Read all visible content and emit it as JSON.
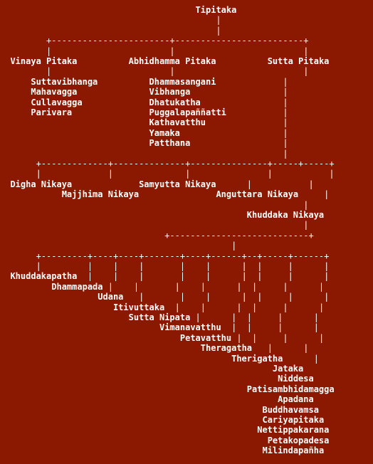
{
  "colors": {
    "background": "#8b1800",
    "text": "#ffffff"
  },
  "lines": [
    [
      {
        "t": "                                      "
      },
      {
        "n": "tipitaka",
        "t": "Tipitaka"
      }
    ],
    [
      {
        "t": "                                          |"
      }
    ],
    [
      {
        "t": "                                          |"
      }
    ],
    [
      {
        "t": "         +-----------------------+-------------------------+"
      }
    ],
    [
      {
        "t": "         |                       |                         |"
      }
    ],
    [
      {
        "t": "  "
      },
      {
        "n": "vinaya-pitaka",
        "t": "Vinaya Pitaka"
      },
      {
        "t": "          "
      },
      {
        "n": "abhidhamma-pitaka",
        "t": "Abhidhamma Pitaka"
      },
      {
        "t": "          "
      },
      {
        "n": "sutta-pitaka",
        "t": "Sutta Pitaka"
      }
    ],
    [
      {
        "t": "         |                       |                         |"
      }
    ],
    [
      {
        "t": "      "
      },
      {
        "n": "suttavibhanga",
        "t": "Suttavibhanga"
      },
      {
        "t": "          "
      },
      {
        "n": "dhammasangani",
        "t": "Dhammasangani"
      },
      {
        "t": "             |"
      }
    ],
    [
      {
        "t": "      "
      },
      {
        "n": "mahavagga",
        "t": "Mahavagga"
      },
      {
        "t": "              "
      },
      {
        "n": "vibhanga",
        "t": "Vibhanga"
      },
      {
        "t": "                  |"
      }
    ],
    [
      {
        "t": "      "
      },
      {
        "n": "cullavagga",
        "t": "Cullavagga"
      },
      {
        "t": "             "
      },
      {
        "n": "dhatukatha",
        "t": "Dhatukatha"
      },
      {
        "t": "                |"
      }
    ],
    [
      {
        "t": "      "
      },
      {
        "n": "parivara",
        "t": "Parivara"
      },
      {
        "t": "               "
      },
      {
        "n": "puggalapannatti",
        "t": "Puggalapaññatti"
      },
      {
        "t": "           |"
      }
    ],
    [
      {
        "t": "                             "
      },
      {
        "n": "kathavatthu",
        "t": "Kathavatthu"
      },
      {
        "t": "               |"
      }
    ],
    [
      {
        "t": "                             "
      },
      {
        "n": "yamaka",
        "t": "Yamaka"
      },
      {
        "t": "                    |"
      }
    ],
    [
      {
        "t": "                             "
      },
      {
        "n": "patthana",
        "t": "Patthana"
      },
      {
        "t": "                  |"
      }
    ],
    [
      {
        "t": "                                                       |"
      }
    ],
    [
      {
        "t": "       +-------------+--------------+---------------+-----+-----+"
      }
    ],
    [
      {
        "t": "       |             |              |               |           |"
      }
    ],
    [
      {
        "t": "  "
      },
      {
        "n": "digha-nikaya",
        "t": "Digha Nikaya"
      },
      {
        "t": "             "
      },
      {
        "n": "samyutta-nikaya",
        "t": "Samyutta Nikaya"
      },
      {
        "t": "      |           |"
      }
    ],
    [
      {
        "t": "            "
      },
      {
        "n": "majjhima-nikaya",
        "t": "Majjhima Nikaya"
      },
      {
        "t": "               "
      },
      {
        "n": "anguttara-nikaya",
        "t": "Anguttara Nikaya"
      },
      {
        "t": "     |"
      }
    ],
    [
      {
        "t": "                                                           |"
      }
    ],
    [
      {
        "t": "                                                "
      },
      {
        "n": "khuddaka-nikaya",
        "t": "Khuddaka Nikaya"
      }
    ],
    [
      {
        "t": "                                                           |"
      }
    ],
    [
      {
        "t": "                                +---------------------------+"
      }
    ],
    [
      {
        "t": "                                             |"
      }
    ],
    [
      {
        "t": "       +---------+----+----+-------+----+------+--+-----+------+"
      }
    ],
    [
      {
        "t": "       |         |    |    |       |    |      |  |     |      |"
      }
    ],
    [
      {
        "t": "  "
      },
      {
        "n": "khuddakapatha",
        "t": "Khuddakapatha"
      },
      {
        "t": "  |    |    |       |    |      |  |     |      |"
      }
    ],
    [
      {
        "t": "          "
      },
      {
        "n": "dhammapada",
        "t": "Dhammapada"
      },
      {
        "t": " |    |       |    |      |  |     |      |"
      }
    ],
    [
      {
        "t": "                   "
      },
      {
        "n": "udana",
        "t": "Udana"
      },
      {
        "t": "   |       |    |      |  |     |      |"
      }
    ],
    [
      {
        "t": "                      "
      },
      {
        "n": "itivuttaka",
        "t": "Itivuttaka"
      },
      {
        "t": "  |    |      |  |     |      |"
      }
    ],
    [
      {
        "t": "                         "
      },
      {
        "n": "sutta-nipata",
        "t": "Sutta Nipata"
      },
      {
        "t": " |      |  |     |      |"
      }
    ],
    [
      {
        "t": "                               "
      },
      {
        "n": "vimanavatthu",
        "t": "Vimanavatthu"
      },
      {
        "t": "  |  |     |      |"
      }
    ],
    [
      {
        "t": "                                   "
      },
      {
        "n": "petavatthu",
        "t": "Petavatthu"
      },
      {
        "t": " |  |     |      |"
      }
    ],
    [
      {
        "t": "                                       "
      },
      {
        "n": "theragatha",
        "t": "Theragatha"
      },
      {
        "t": "   |      |"
      }
    ],
    [
      {
        "t": "                                             "
      },
      {
        "n": "therigatha",
        "t": "Therigatha"
      },
      {
        "t": "      |"
      }
    ],
    [
      {
        "t": "                                                     "
      },
      {
        "n": "jataka",
        "t": "Jataka"
      }
    ],
    [
      {
        "t": "                                                      "
      },
      {
        "n": "niddesa",
        "t": "Niddesa"
      }
    ],
    [
      {
        "t": "                                                "
      },
      {
        "n": "patisambhidamagga",
        "t": "Patisambhidamagga"
      }
    ],
    [
      {
        "t": "                                                      "
      },
      {
        "n": "apadana",
        "t": "Apadana"
      }
    ],
    [
      {
        "t": "                                                   "
      },
      {
        "n": "buddhavamsa",
        "t": "Buddhavamsa"
      }
    ],
    [
      {
        "t": "                                                   "
      },
      {
        "n": "cariyapitaka",
        "t": "Cariyapitaka"
      }
    ],
    [
      {
        "t": "                                                  "
      },
      {
        "n": "nettippakarana",
        "t": "Nettippakarana"
      }
    ],
    [
      {
        "t": "                                                    "
      },
      {
        "n": "petakopadesa",
        "t": "Petakopadesa"
      }
    ],
    [
      {
        "t": "                                                   "
      },
      {
        "n": "milindapanha",
        "t": "Milindapañha"
      }
    ]
  ]
}
